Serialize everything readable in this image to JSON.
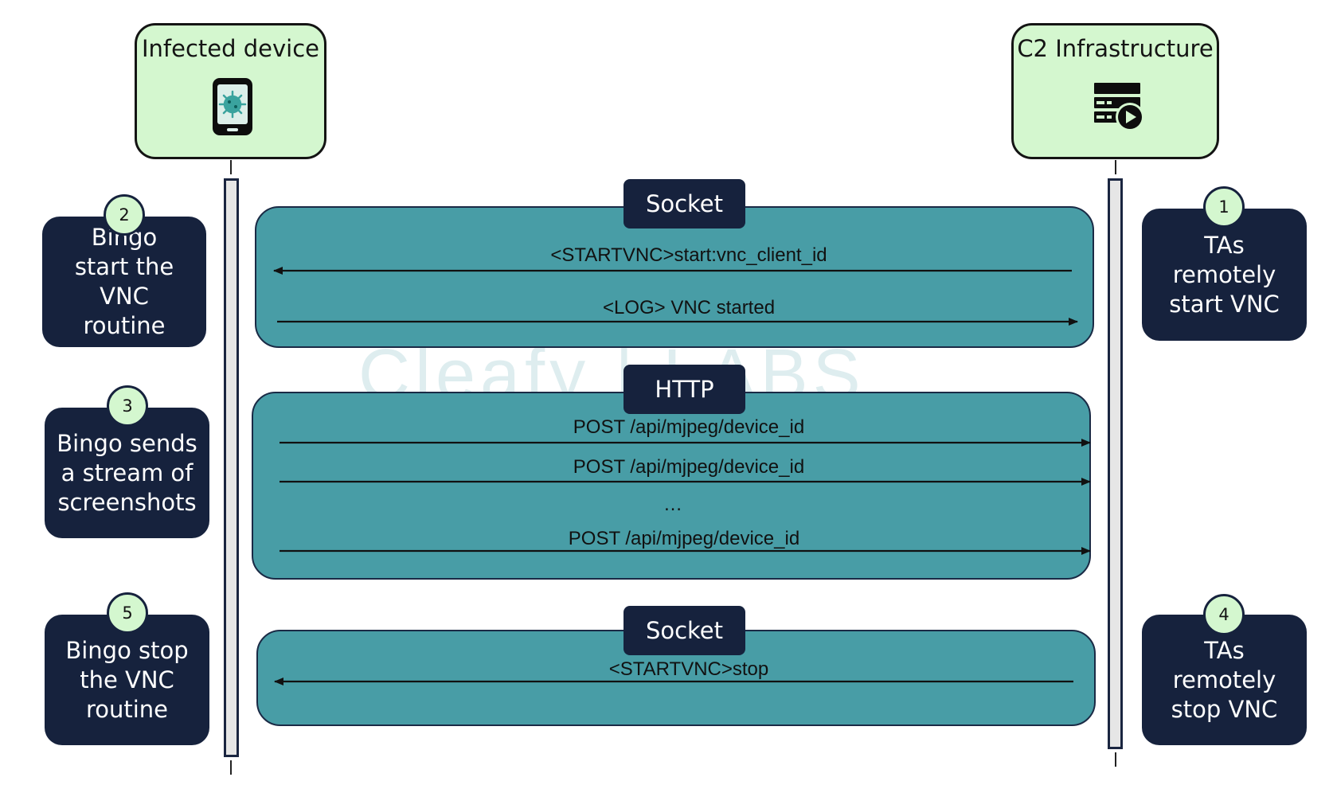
{
  "actors": {
    "left": {
      "title": "Infected device",
      "icon": "infected-phone-icon"
    },
    "right": {
      "title": "C2 Infrastructure",
      "icon": "server-icon"
    }
  },
  "groups": [
    {
      "label": "Socket",
      "messages": [
        {
          "text": "<STARTVNC>start:vnc_client_id",
          "direction": "right-to-left"
        },
        {
          "text": "<LOG> VNC started",
          "direction": "left-to-right"
        }
      ]
    },
    {
      "label": "HTTP",
      "messages": [
        {
          "text": "POST /api/mjpeg/device_id",
          "direction": "left-to-right"
        },
        {
          "text": "POST /api/mjpeg/device_id",
          "direction": "left-to-right"
        },
        {
          "text": "…",
          "direction": "none"
        },
        {
          "text": "POST /api/mjpeg/device_id",
          "direction": "left-to-right"
        }
      ]
    },
    {
      "label": "Socket",
      "messages": [
        {
          "text": "<STARTVNC>stop",
          "direction": "right-to-left"
        }
      ]
    }
  ],
  "notes": {
    "left": [
      {
        "step": "2",
        "text": "Bingo start the VNC routine"
      },
      {
        "step": "3",
        "text": "Bingo sends a stream of screenshots"
      },
      {
        "step": "5",
        "text": "Bingo stop the VNC routine"
      }
    ],
    "right": [
      {
        "step": "1",
        "text": "TAs remotely start VNC"
      },
      {
        "step": "4",
        "text": "TAs remotely stop VNC"
      }
    ]
  },
  "watermark": "Cleafy | LABS",
  "colors": {
    "actor_fill": "#d4f7cf",
    "navy": "#16223d",
    "group_fill": "#489da6",
    "activation_fill": "#e6e6e6"
  }
}
